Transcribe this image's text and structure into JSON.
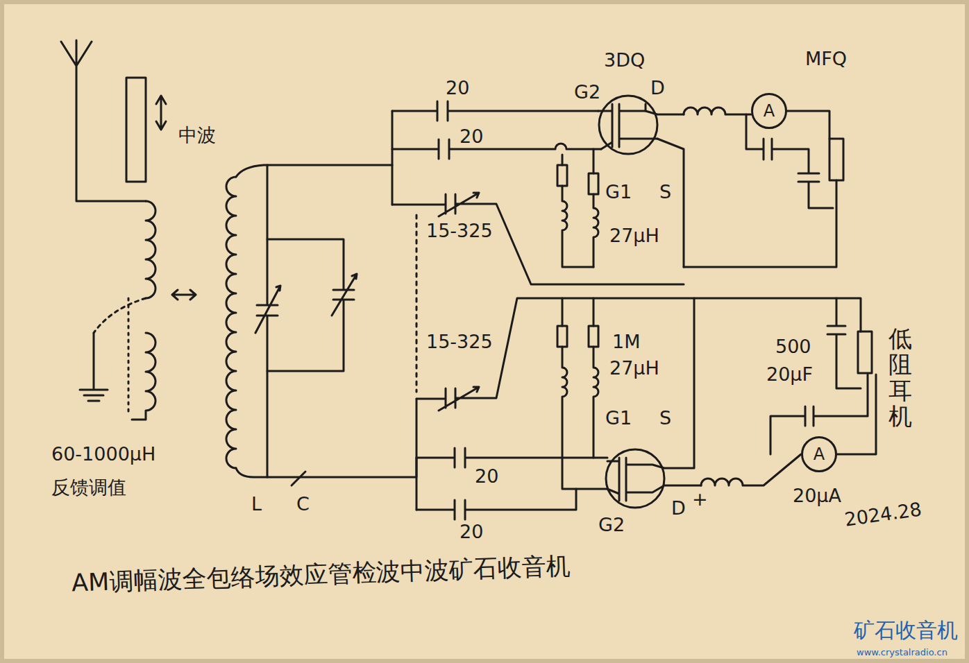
{
  "diagram": {
    "caption": "AM调幅波全包络场效应管检波中波矿石收音机",
    "nodes": [
      {
        "text": [
          "A"
        ]
      },
      {
        "text": [
          "A"
        ]
      }
    ],
    "labels": [
      "3DQ",
      "MFQ",
      "20",
      "G2",
      "D",
      "20",
      "中波",
      "G1",
      "S",
      "15-325",
      "27μH",
      "15-325",
      "1M",
      "27μH",
      "G1",
      "S",
      "500",
      "20μF",
      "低阻耳机",
      "60-1000μH",
      "反馈调值",
      "L",
      "C",
      "20",
      "G2",
      "D",
      "+",
      "20μA",
      "20",
      "2024.28",
      "矿石收音机",
      "www.crystalradio.cn"
    ]
  }
}
